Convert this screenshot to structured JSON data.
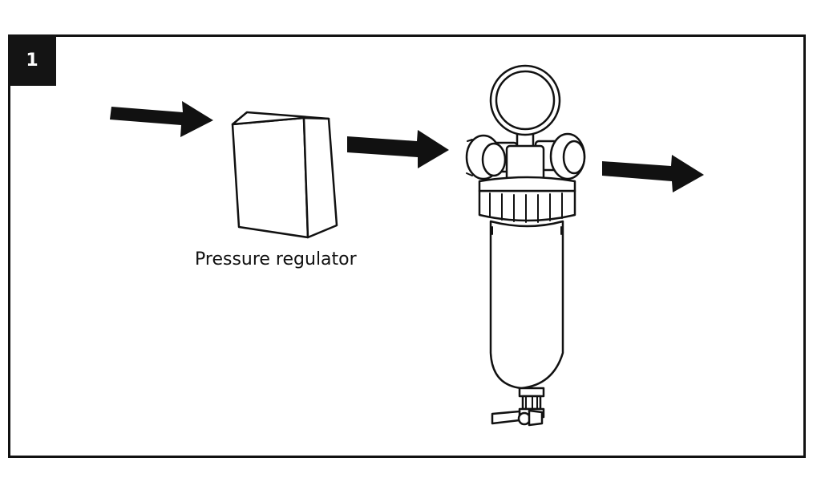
{
  "diagram": {
    "step_number": "1",
    "regulator_label": "Pressure regulator",
    "colors": {
      "line": "#111111",
      "background": "#ffffff",
      "badge": "#141414"
    },
    "icons": [
      "flow-arrow",
      "pressure-regulator-box",
      "water-filter-with-gauge"
    ]
  }
}
